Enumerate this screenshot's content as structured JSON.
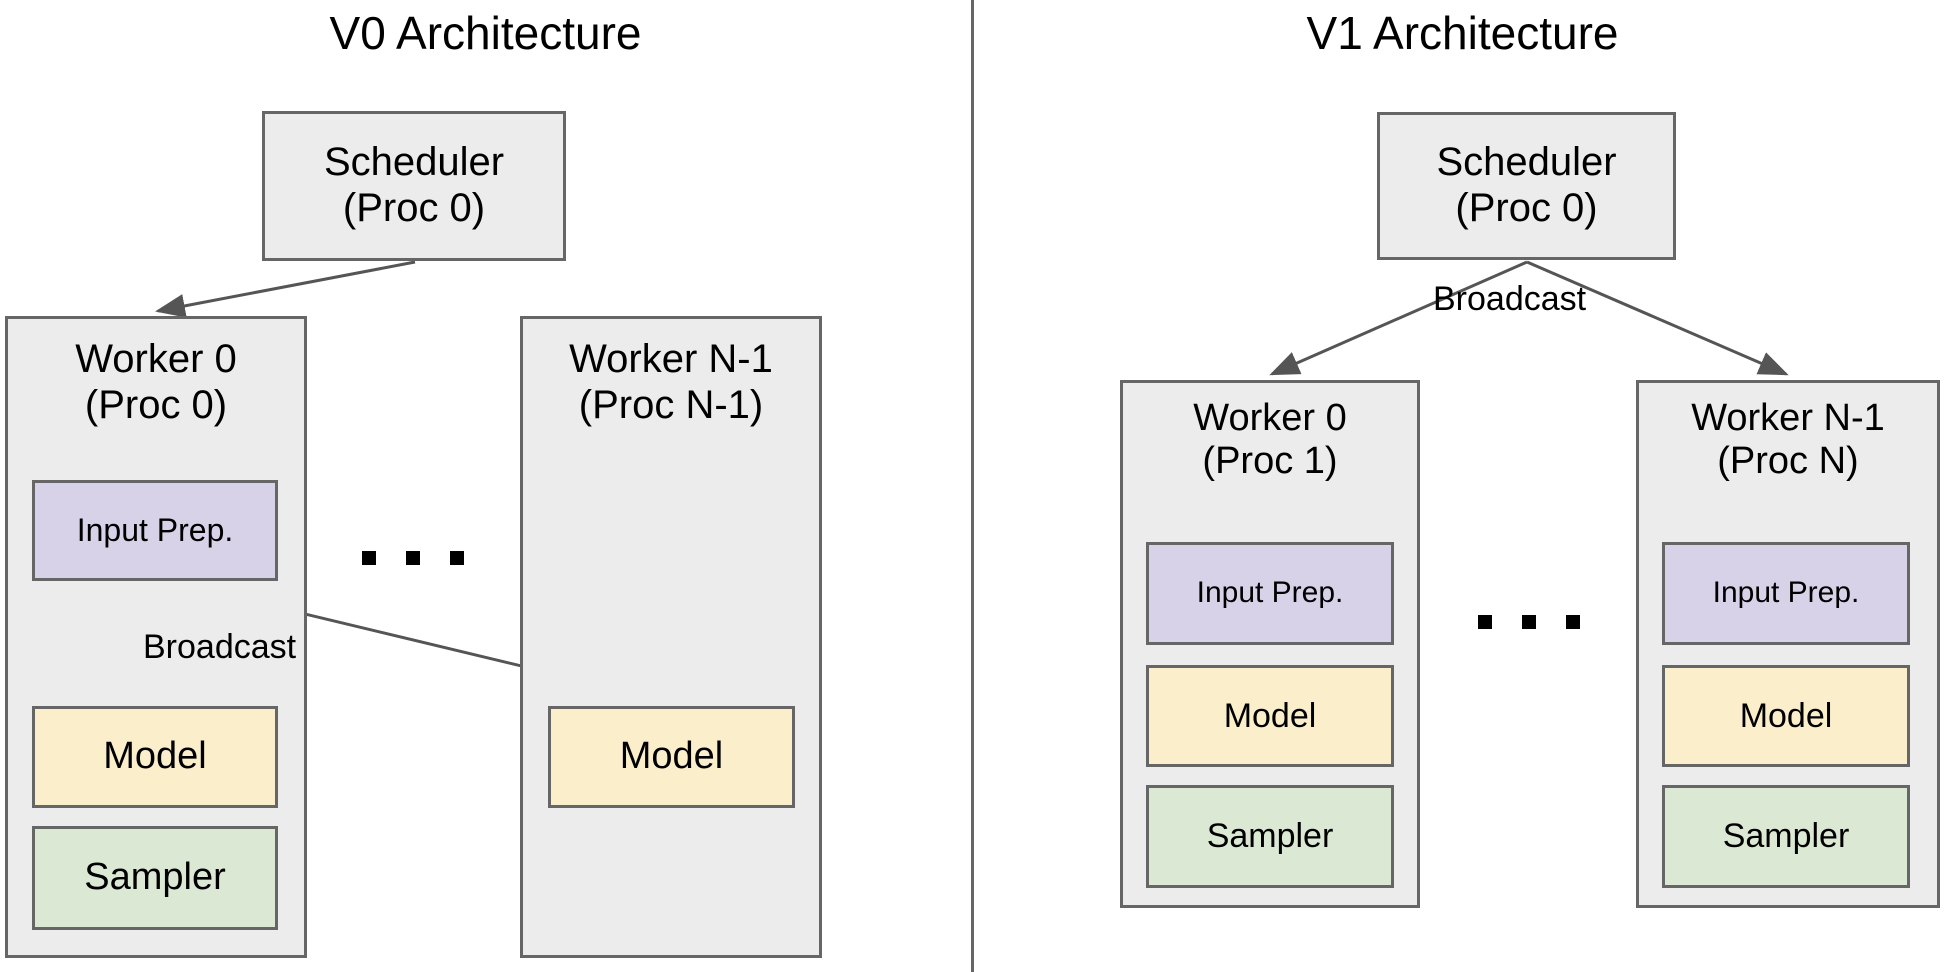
{
  "panels": [
    {
      "id": "v0",
      "title": "V0 Architecture",
      "scheduler": {
        "label": "Scheduler\n(Proc 0)"
      },
      "workers": [
        {
          "title": "Worker 0\n(Proc 0)",
          "components": [
            {
              "name": "Input Prep.",
              "color": "#d7d2e8"
            },
            {
              "name": "Model",
              "color": "#fbeecb"
            },
            {
              "name": "Sampler",
              "color": "#dbe8d4"
            }
          ]
        },
        {
          "title": "Worker N-1\n(Proc N-1)",
          "components": [
            {
              "name": "Model",
              "color": "#fbeecb"
            }
          ]
        }
      ],
      "edge_label": "Broadcast",
      "ellipsis": "■ ■ ■"
    },
    {
      "id": "v1",
      "title": "V1 Architecture",
      "scheduler": {
        "label": "Scheduler\n(Proc 0)"
      },
      "workers": [
        {
          "title": "Worker 0\n(Proc 1)",
          "components": [
            {
              "name": "Input Prep.",
              "color": "#d7d2e8"
            },
            {
              "name": "Model",
              "color": "#fbeecb"
            },
            {
              "name": "Sampler",
              "color": "#dbe8d4"
            }
          ]
        },
        {
          "title": "Worker N-1\n(Proc N)",
          "components": [
            {
              "name": "Input Prep.",
              "color": "#d7d2e8"
            },
            {
              "name": "Model",
              "color": "#fbeecb"
            },
            {
              "name": "Sampler",
              "color": "#dbe8d4"
            }
          ]
        }
      ],
      "edge_label": "Broadcast",
      "ellipsis": "■ ■ ■"
    }
  ],
  "colors": {
    "box_stroke": "#666666",
    "box_fill_gray": "#ececec",
    "input_prep": "#d7d2e8",
    "model": "#fbeecb",
    "sampler": "#dbe8d4",
    "arrow": "#555555",
    "divider": "#666666",
    "text": "#000000"
  }
}
